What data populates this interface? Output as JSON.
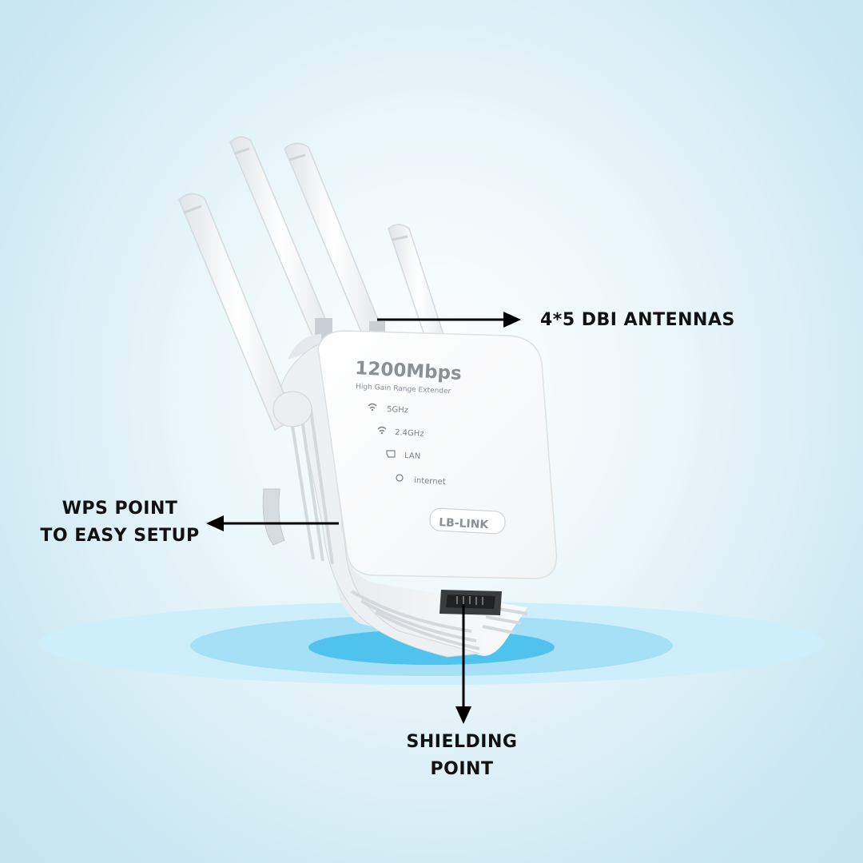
{
  "device": {
    "speed": "1200Mbps",
    "subtitle": "High Gain Range Extender",
    "indicators": [
      "5GHz",
      "2.4GHz",
      "LAN",
      "internet"
    ],
    "brand": "LB-LINK"
  },
  "callouts": {
    "antennas": "4*5 DBI ANTENNAS",
    "wps": [
      "WPS POINT",
      "TO EASY SETUP"
    ],
    "shielding": [
      "SHIELDING",
      "POINT"
    ]
  },
  "colors": {
    "background": "#cfeaf3",
    "ripple_outer": "#cdeefb",
    "ripple_mid": "#a6e0f6",
    "ripple_inner": "#4fc3ee",
    "device_body": "#ffffff",
    "arrow": "#000000"
  }
}
